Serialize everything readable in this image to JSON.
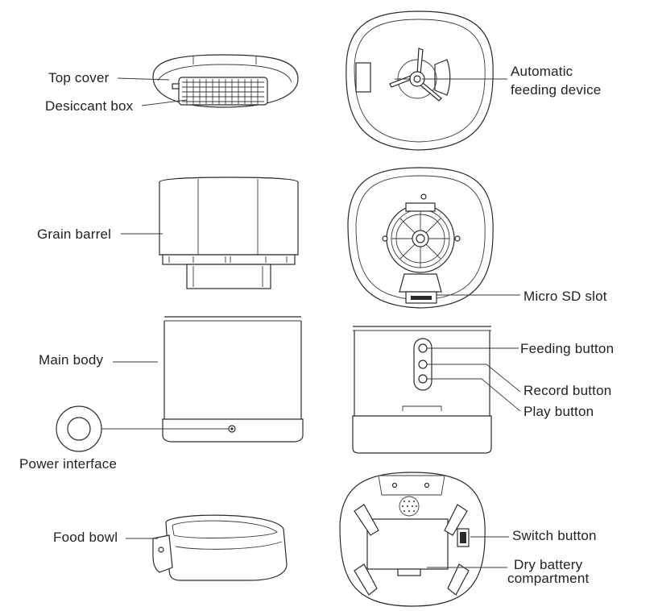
{
  "labels": {
    "top_cover": "Top cover",
    "desiccant_box": "Desiccant box",
    "automatic_feeding_device_line1": "Automatic",
    "automatic_feeding_device_line2": "feeding device",
    "grain_barrel": "Grain barrel",
    "micro_sd_slot": "Micro SD slot",
    "main_body": "Main body",
    "feeding_button": "Feeding button",
    "record_button": "Record button",
    "play_button": "Play button",
    "power_interface": "Power interface",
    "food_bowl": "Food bowl",
    "switch_button": "Switch button",
    "dry_battery_line1": "Dry battery",
    "dry_battery_line2": "compartment"
  }
}
